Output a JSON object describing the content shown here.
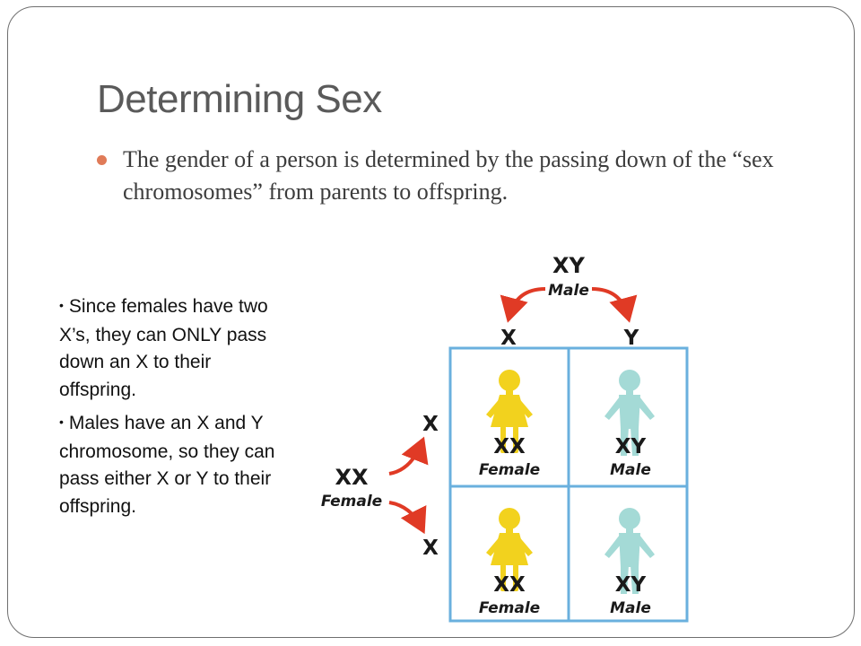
{
  "slide": {
    "title": "Determining Sex",
    "bullet": "The gender of a person is determined by the passing down of the “sex chromosomes” from parents to offspring.",
    "bullet_color": "#e07b58"
  },
  "side_notes": [
    {
      "bullet": "•",
      "text": "Since females have two X’s, they can ONLY pass down an X to their offspring."
    },
    {
      "bullet": "•",
      "text": "Males have an X and Y chromosome, so they can pass either X or Y to their offspring."
    }
  ],
  "diagram": {
    "father": {
      "genotype": "XY",
      "label": "Male"
    },
    "mother": {
      "genotype": "XX",
      "label": "Female"
    },
    "father_alleles": [
      "X",
      "Y"
    ],
    "mother_alleles": [
      "X",
      "X"
    ],
    "cells": [
      {
        "genotype": "XX",
        "label": "Female",
        "figure": "female-figure-icon",
        "color": "#f2d21e"
      },
      {
        "genotype": "XY",
        "label": "Male",
        "figure": "male-figure-icon",
        "color": "#a4dad6"
      },
      {
        "genotype": "XX",
        "label": "Female",
        "figure": "female-figure-icon",
        "color": "#f2d21e"
      },
      {
        "genotype": "XY",
        "label": "Male",
        "figure": "male-figure-icon",
        "color": "#a4dad6"
      }
    ],
    "grid_color": "#6ab0de",
    "arrow_color": "#e03a25"
  }
}
